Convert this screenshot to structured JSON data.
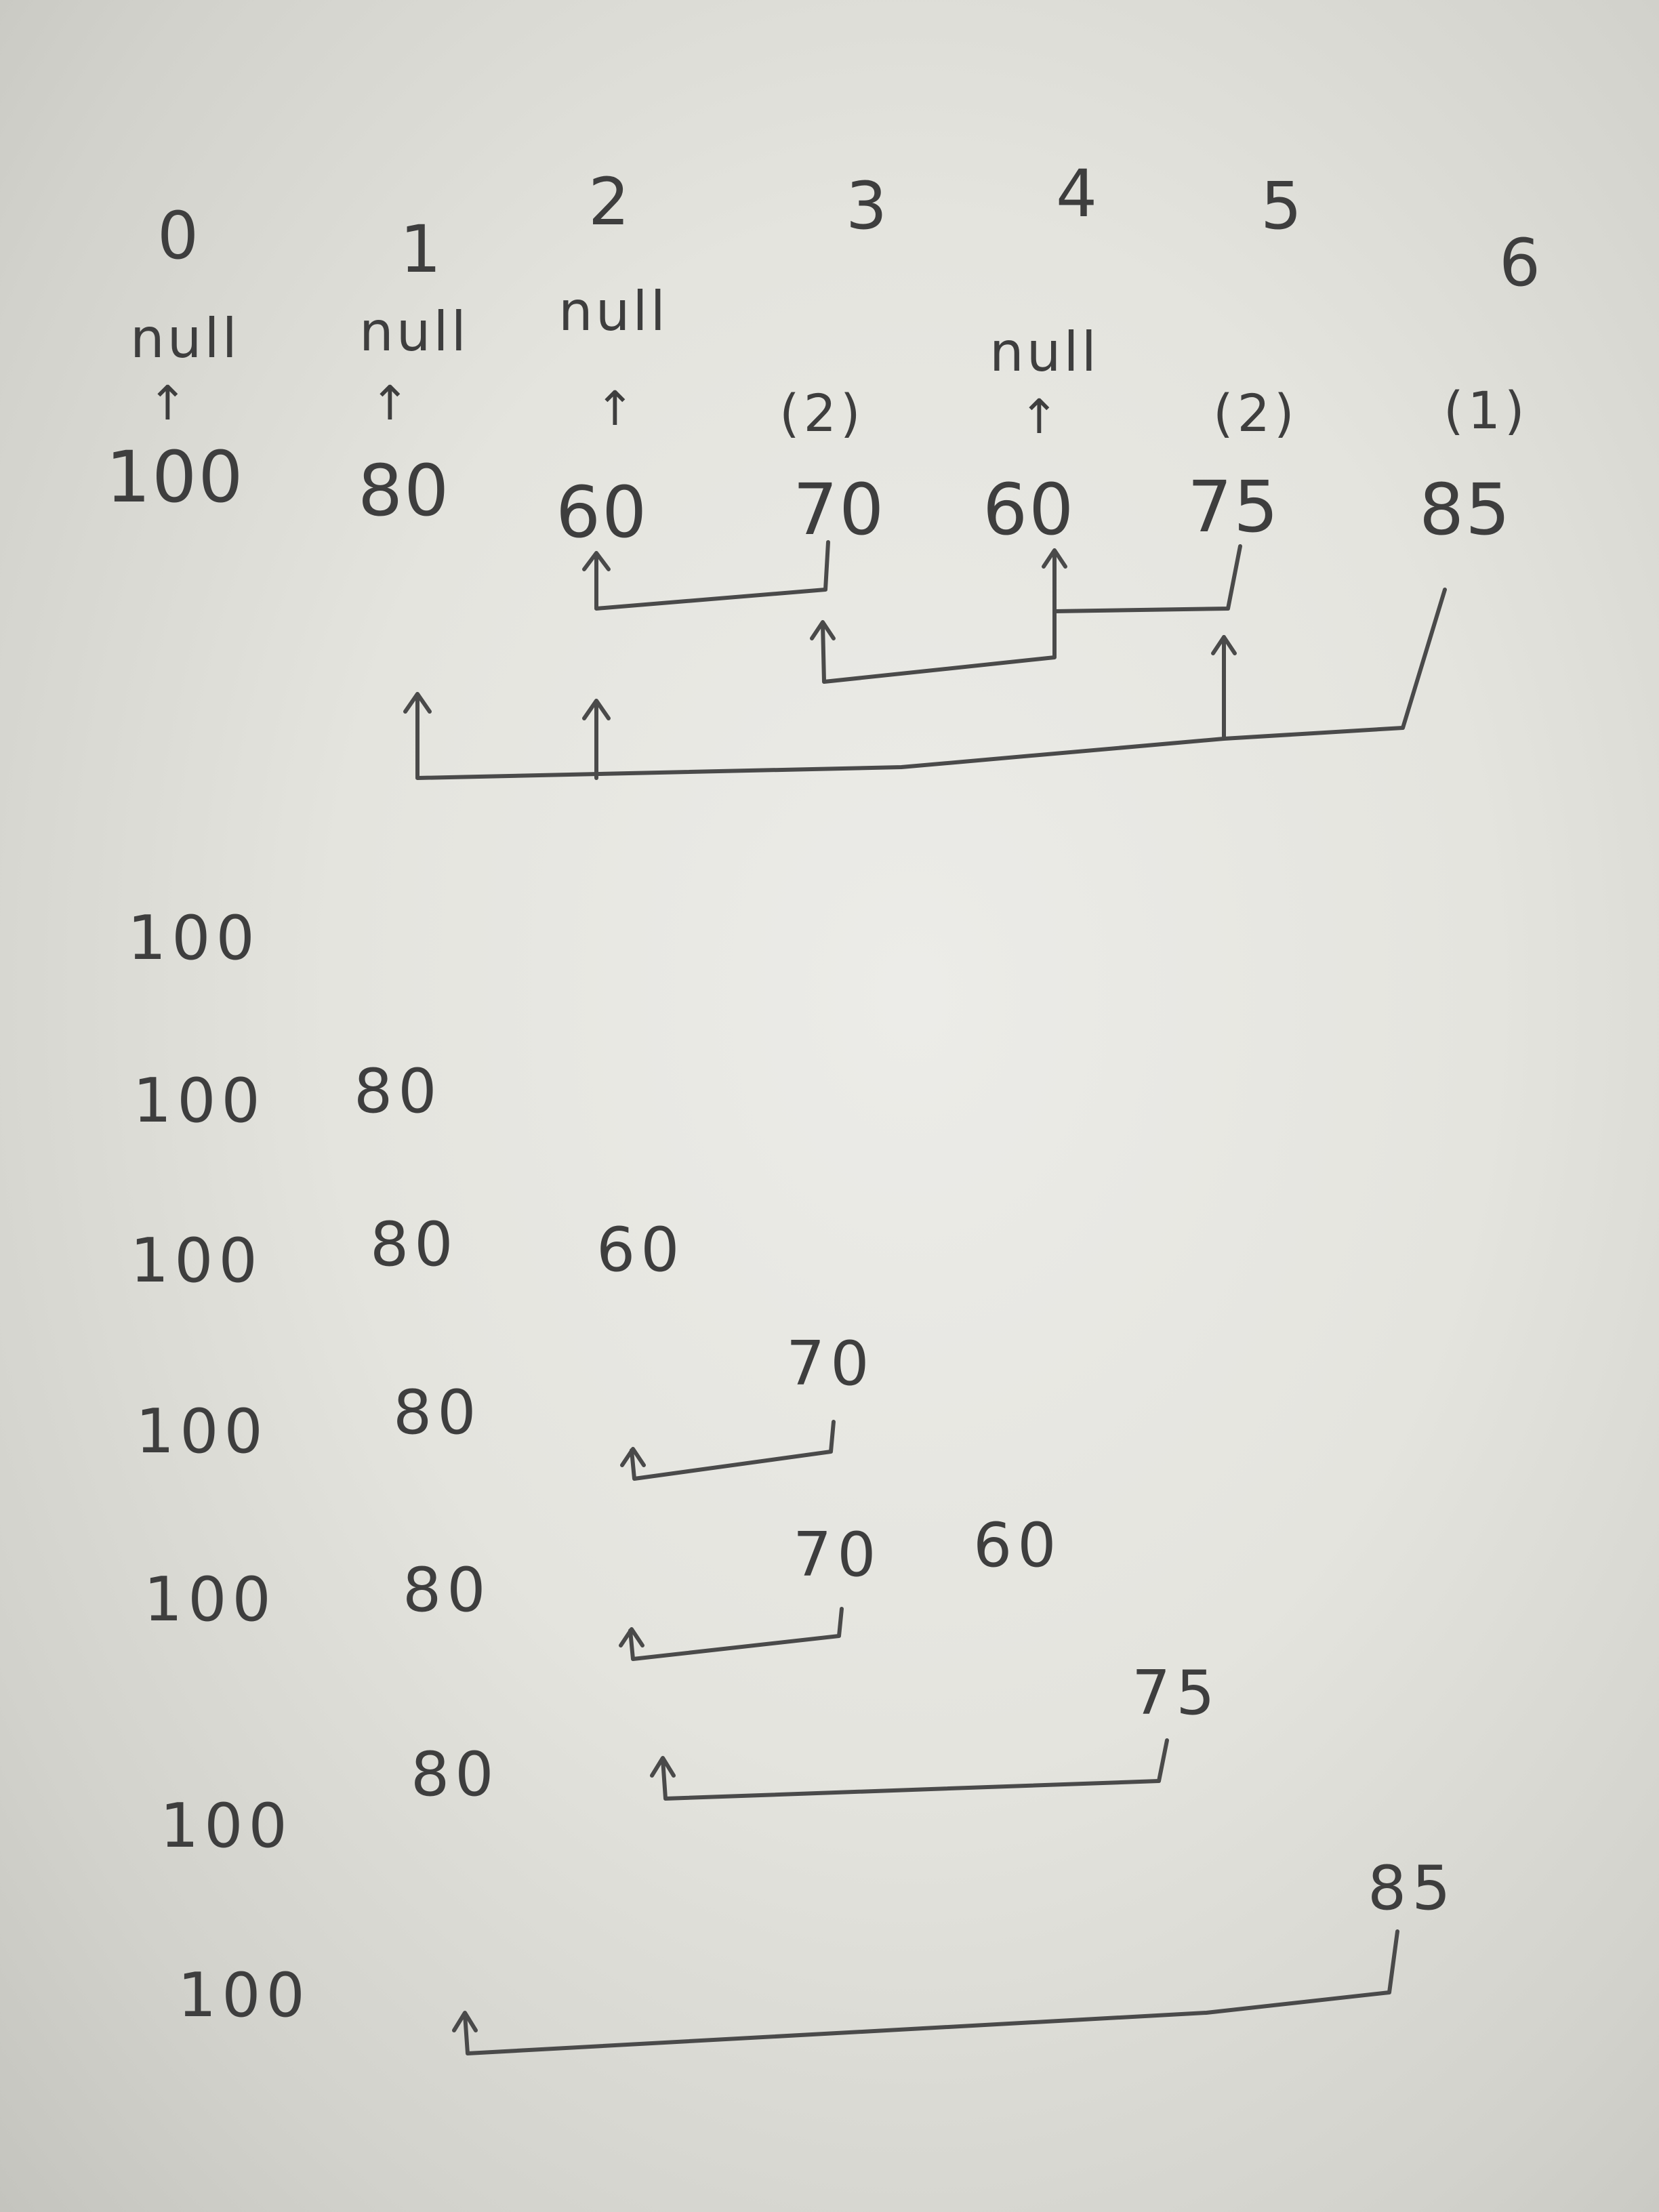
{
  "indices": [
    "0",
    "1",
    "2",
    "3",
    "4",
    "5",
    "6"
  ],
  "previous_labels": [
    "null",
    "null",
    "null",
    "null"
  ],
  "span_counts": [
    "(2)",
    "(2)",
    "(1)"
  ],
  "values": [
    "100",
    "80",
    "60",
    "70",
    "60",
    "75",
    "85"
  ],
  "up_arrow_glyph": "↑",
  "stack_trace": [
    [
      "100"
    ],
    [
      "100",
      "80"
    ],
    [
      "100",
      "80",
      "60"
    ],
    [
      "100",
      "80",
      "70"
    ],
    [
      "100",
      "80",
      "70",
      "60"
    ],
    [
      "100",
      "80",
      "75"
    ],
    [
      "100",
      "85"
    ]
  ]
}
